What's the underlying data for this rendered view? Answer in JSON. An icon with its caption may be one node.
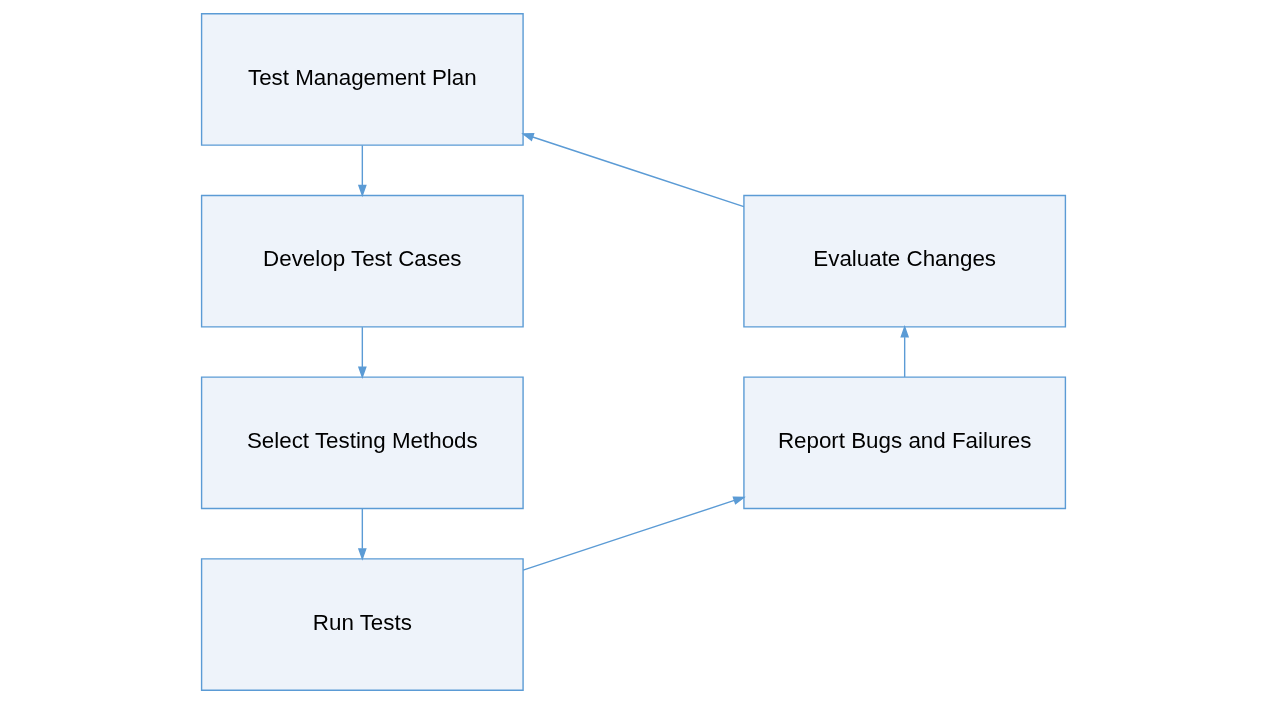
{
  "diagram": {
    "nodes": [
      {
        "text": [
          "Test Management Plan"
        ]
      },
      {
        "text": [
          "Develop Test Cases"
        ]
      },
      {
        "text": [
          "Select Testing Methods"
        ]
      },
      {
        "text": [
          "Run Tests"
        ]
      },
      {
        "text": [
          "Report Bugs and Failures"
        ]
      },
      {
        "text": [
          "Evaluate Changes"
        ]
      }
    ],
    "edges": [
      {
        "from": 0,
        "to": 1,
        "arrow": "to"
      },
      {
        "from": 1,
        "to": 2,
        "arrow": "to"
      },
      {
        "from": 2,
        "to": 3,
        "arrow": "to"
      },
      {
        "from": 3,
        "to": 4,
        "arrow": "to"
      },
      {
        "from": 4,
        "to": 5,
        "arrow": "to"
      },
      {
        "from": 5,
        "to": 0,
        "arrow": "to"
      }
    ]
  }
}
